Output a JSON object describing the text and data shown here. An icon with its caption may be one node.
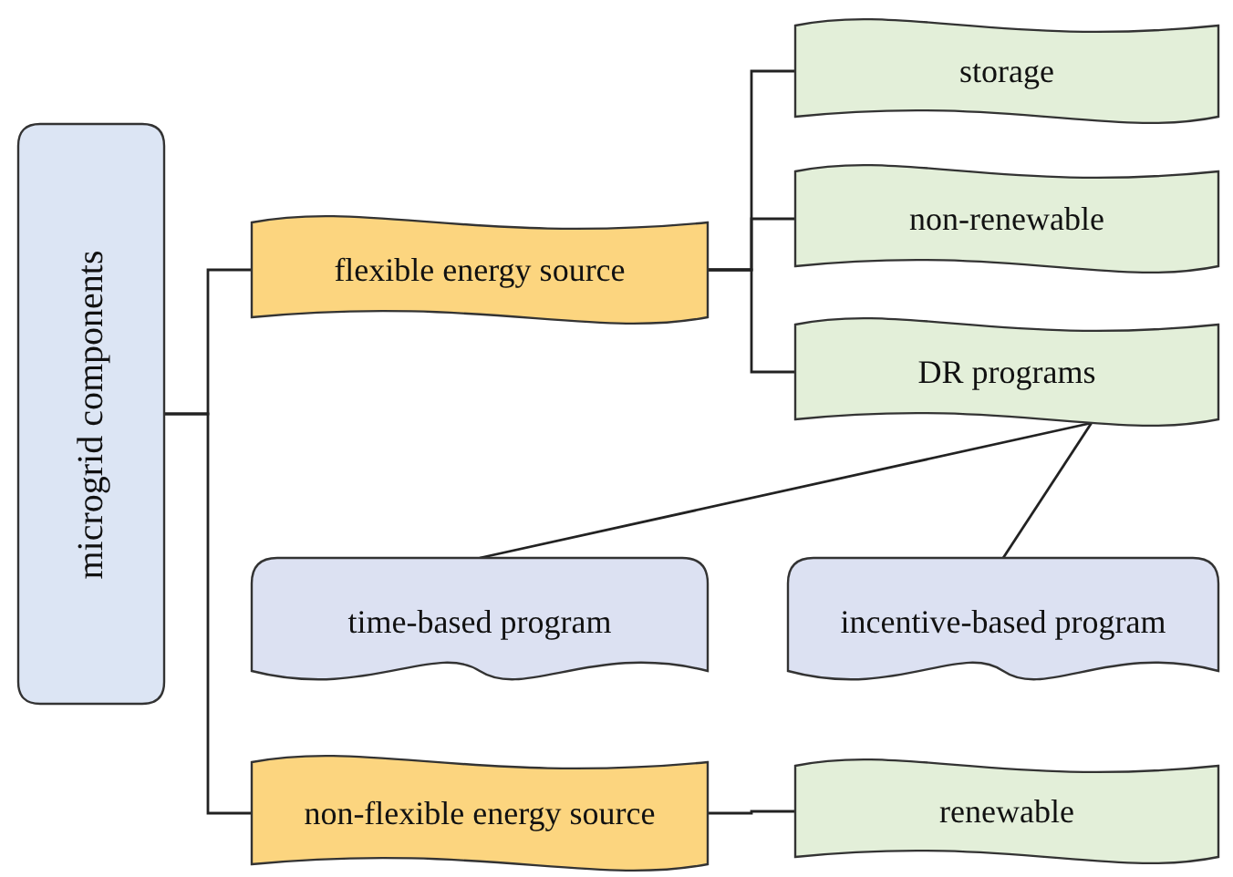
{
  "diagram": {
    "nodes": [
      {
        "text": [
          "microgrid components"
        ]
      },
      {
        "text": [
          "flexible energy source"
        ]
      },
      {
        "text": [
          "storage"
        ]
      },
      {
        "text": [
          "non-renewable"
        ]
      },
      {
        "text": [
          "DR programs"
        ]
      },
      {
        "text": [
          "time-based program"
        ]
      },
      {
        "text": [
          "incentive-based program"
        ]
      },
      {
        "text": [
          "non-flexible energy source"
        ]
      },
      {
        "text": [
          "renewable"
        ]
      }
    ],
    "edges": [
      {
        "from": 0,
        "to": 1,
        "arrow": "none"
      },
      {
        "from": 0,
        "to": 7,
        "arrow": "none"
      },
      {
        "from": 1,
        "to": 2,
        "arrow": "none"
      },
      {
        "from": 1,
        "to": 3,
        "arrow": "none"
      },
      {
        "from": 1,
        "to": 4,
        "arrow": "none"
      },
      {
        "from": 4,
        "to": 5,
        "arrow": "none"
      },
      {
        "from": 4,
        "to": 6,
        "arrow": "none"
      },
      {
        "from": 7,
        "to": 8,
        "arrow": "none"
      }
    ]
  }
}
